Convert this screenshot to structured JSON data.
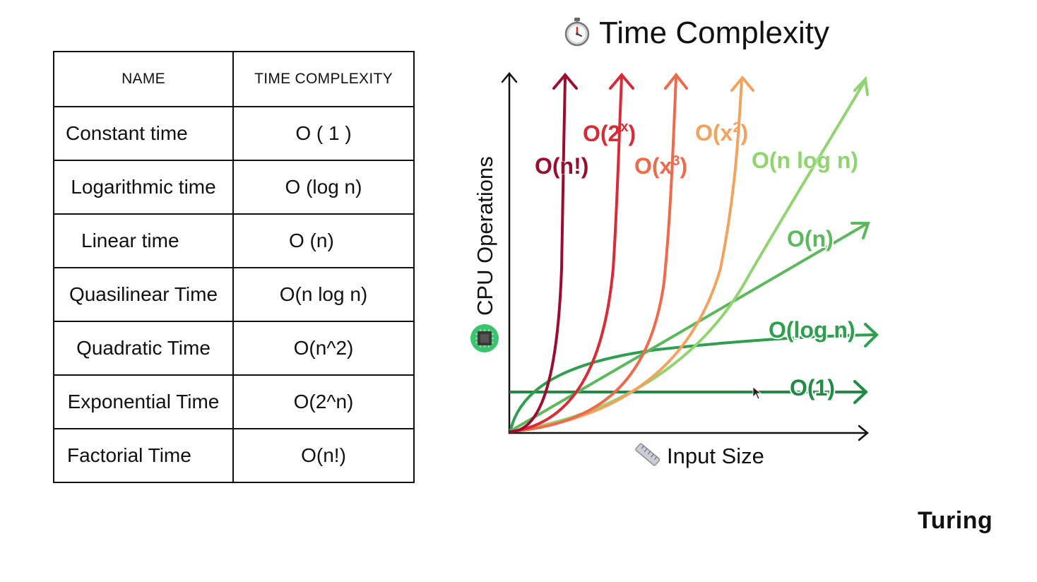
{
  "table": {
    "headers": [
      "NAME",
      "TIME COMPLEXITY"
    ],
    "rows": [
      {
        "name": "Constant time",
        "complexity": "O ( 1 )"
      },
      {
        "name": "Logarithmic time",
        "complexity": "O (log n)"
      },
      {
        "name": "Linear time",
        "complexity": "O (n)"
      },
      {
        "name": "Quasilinear Time",
        "complexity": "O(n log n)"
      },
      {
        "name": "Quadratic Time",
        "complexity": "O(n^2)"
      },
      {
        "name": "Exponential Time",
        "complexity": "O(2^n)"
      },
      {
        "name": "Factorial Time",
        "complexity": "O(n!)"
      }
    ]
  },
  "chart": {
    "title": "Time Complexity",
    "title_icon": "stopwatch-icon",
    "ylabel": "CPU Operations",
    "ylabel_icon": "cpu-chip-icon",
    "xlabel": "Input Size",
    "xlabel_icon": "ruler-icon",
    "curves": [
      {
        "label": "O(n!)",
        "color": "#9b0c2e"
      },
      {
        "label": "O(2^x)",
        "base": "O(2",
        "sup": "x",
        "close": ")",
        "color": "#d92b36"
      },
      {
        "label": "O(x^3)",
        "base": "O(x",
        "sup": "3",
        "close": ")",
        "color": "#ee6a4b"
      },
      {
        "label": "O(x^2)",
        "base": "O(x",
        "sup": "2",
        "close": ")",
        "color": "#f3a25e"
      },
      {
        "label": "O(n log n)",
        "color": "#8fd46f"
      },
      {
        "label": "O(n)",
        "color": "#5cb85c"
      },
      {
        "label": "O(log n)",
        "color": "#2e9e4f"
      },
      {
        "label": "O(1)",
        "color": "#1f8b45"
      }
    ]
  },
  "brand": "Turing"
}
